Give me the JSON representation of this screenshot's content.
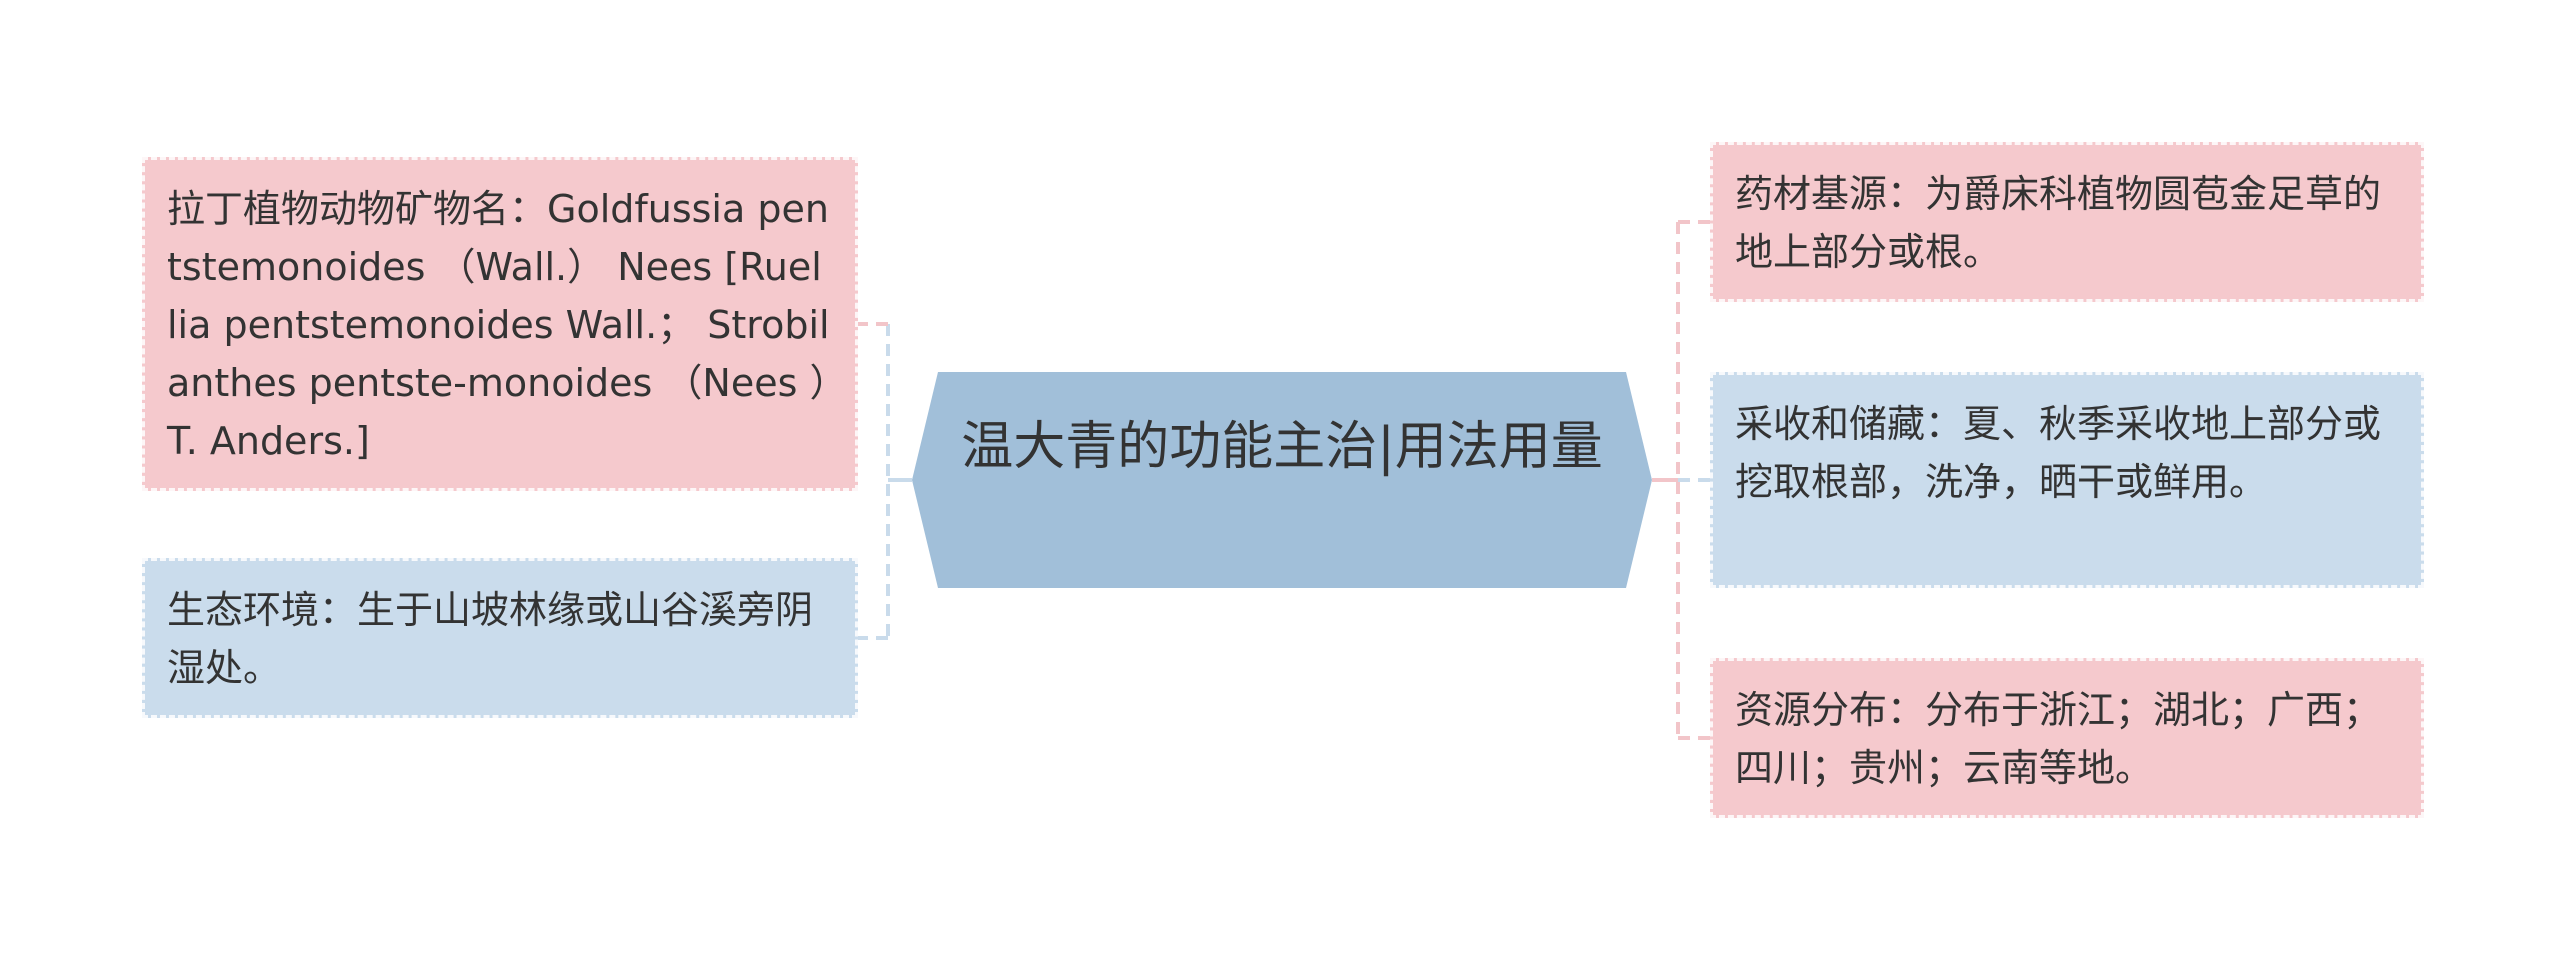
{
  "center": {
    "title": "温大青的功能主治|用法用量"
  },
  "left_nodes": [
    {
      "text": "拉丁植物动物矿物名：Goldfussia pentstemonoides （Wall.） Nees [Ruellia pentstemonoides Wall.； Strobilanthes pentste-monoides （Nees ）T. Anders.]"
    },
    {
      "text": "生态环境：生于山坡林缘或山谷溪旁阴湿处。"
    }
  ],
  "right_nodes": [
    {
      "text": "药材基源：为爵床科植物圆苞金足草的地上部分或根。"
    },
    {
      "text": "采收和储藏：夏、秋季采收地上部分或挖取根部，洗净，晒干或鲜用。"
    },
    {
      "text": "资源分布：分布于浙江；湖北；广西；四川；贵州；云南等地。"
    }
  ],
  "colors": {
    "center_fill": "#a1bfd9",
    "pink_fill": "#f5c9cd",
    "blue_fill": "#cadcec",
    "pink_line": "#f2c5c9",
    "blue_line": "#c9dbeb"
  }
}
